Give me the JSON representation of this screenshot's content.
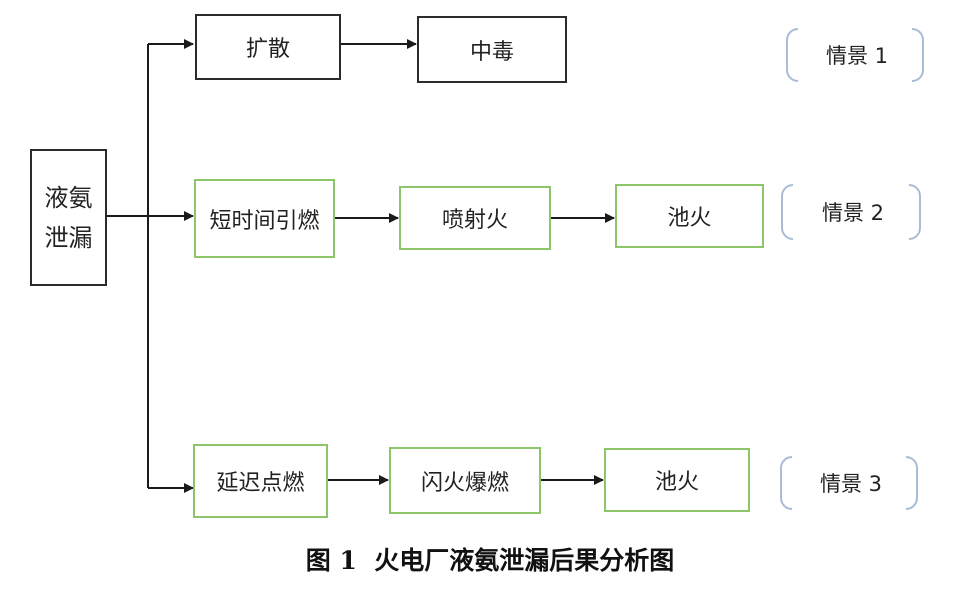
{
  "source": {
    "line1": "液氨",
    "line2": "泄漏"
  },
  "row1": {
    "step1": "扩散",
    "step2": "中毒",
    "scenario": "情景 1"
  },
  "row2": {
    "step1": "短时间引燃",
    "step2": "喷射火",
    "step3": "池火",
    "scenario": "情景 2"
  },
  "row3": {
    "step1": "延迟点燃",
    "step2": "闪火爆燃",
    "step3": "池火",
    "scenario": "情景 3"
  },
  "caption": "图 1  火电厂液氨泄漏后果分析图",
  "colors": {
    "black_border": "#2b2b2b",
    "green_border": "#8cc56a",
    "bracket": "#a9bcd6"
  }
}
